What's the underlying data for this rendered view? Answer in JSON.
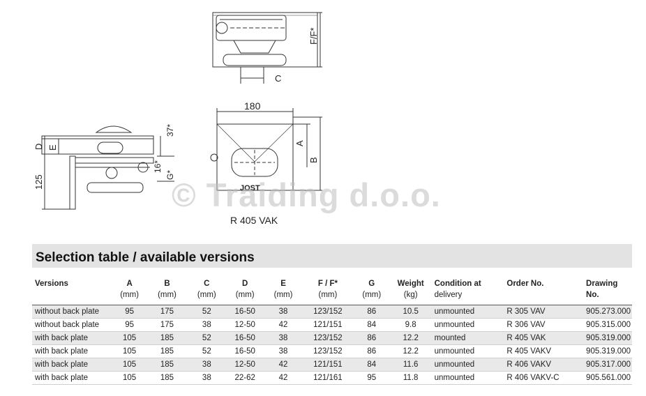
{
  "drawing": {
    "label_ff": "F/F*",
    "label_c": "C",
    "label_180": "180",
    "label_a": "A",
    "label_b": "B",
    "label_37": "37*",
    "label_d": "D",
    "label_e": "E",
    "label_16": "16*",
    "label_g": "G*",
    "label_125": "125",
    "label_brand": "JOST",
    "caption": "R 405 VAK"
  },
  "watermark": "© Traiding d.o.o.",
  "section": {
    "title": "Selection table / available versions"
  },
  "table": {
    "headers": [
      {
        "label": "Versions",
        "unit": ""
      },
      {
        "label": "A",
        "unit": "(mm)"
      },
      {
        "label": "B",
        "unit": "(mm)"
      },
      {
        "label": "C",
        "unit": "(mm)"
      },
      {
        "label": "D",
        "unit": "(mm)"
      },
      {
        "label": "E",
        "unit": "(mm)"
      },
      {
        "label": "F / F*",
        "unit": "(mm)"
      },
      {
        "label": "G",
        "unit": "(mm)"
      },
      {
        "label": "Weight",
        "unit": "(kg)"
      },
      {
        "label": "Condition at",
        "unit": "delivery"
      },
      {
        "label": "Order No.",
        "unit": ""
      },
      {
        "label": "Drawing No.",
        "unit": ""
      }
    ],
    "rows": [
      [
        "without back plate",
        "95",
        "175",
        "52",
        "16-50",
        "38",
        "123/152",
        "86",
        "10.5",
        "unmounted",
        "R 305 VAV",
        "905.273.000"
      ],
      [
        "without back plate",
        "95",
        "175",
        "38",
        "12-50",
        "42",
        "121/151",
        "84",
        "9.8",
        "unmounted",
        "R 306 VAV",
        "905.315.000"
      ],
      [
        "with back plate",
        "105",
        "185",
        "52",
        "16-50",
        "38",
        "123/152",
        "86",
        "12.2",
        "mounted",
        "R 405 VAK",
        "905.319.000"
      ],
      [
        "with back plate",
        "105",
        "185",
        "52",
        "16-50",
        "38",
        "123/152",
        "86",
        "12.2",
        "unmounted",
        "R 405 VAKV",
        "905.319.000"
      ],
      [
        "with back plate",
        "105",
        "185",
        "38",
        "12-50",
        "42",
        "121/151",
        "84",
        "11.6",
        "unmounted",
        "R 406 VAKV",
        "905.317.000"
      ],
      [
        "with back plate",
        "105",
        "185",
        "38",
        "22-62",
        "42",
        "121/161",
        "95",
        "11.8",
        "unmounted",
        "R 406 VAKV-C",
        "905.561.000"
      ]
    ]
  }
}
